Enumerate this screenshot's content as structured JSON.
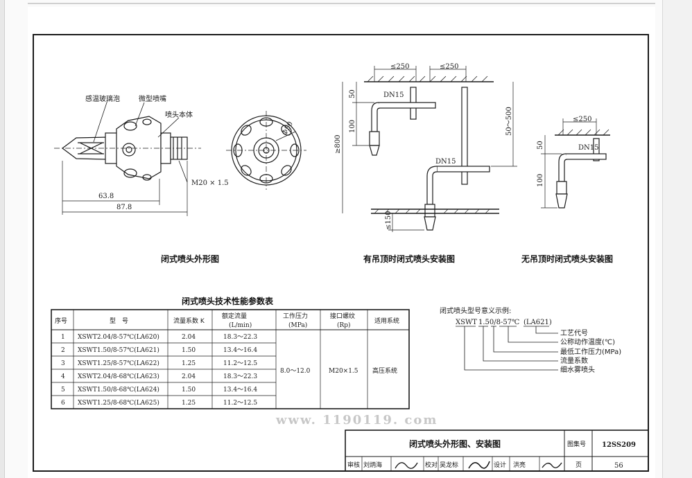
{
  "views": {
    "exterior": {
      "title": "闭式喷头外形图",
      "labels": {
        "bulb": "感温玻璃泡",
        "nozzle": "微型喷嘴",
        "body": "喷头本体",
        "thread": "M20 × 1.5",
        "dim_a": "63.8",
        "dim_b": "87.8",
        "dia": "Φ50"
      }
    },
    "ceiling_install": {
      "title": "有吊顶时闭式喷头安装图",
      "labels": {
        "dim_top1": "≤250",
        "dim_top2": "≤250",
        "dn_a": "DN15",
        "dn_b": "DN15",
        "d50": "50",
        "d100": "100",
        "d800": "≥800",
        "d50_500": "50～500",
        "d150": "≤150"
      }
    },
    "no_ceiling_install": {
      "title": "无吊顶时闭式喷头安装图",
      "labels": {
        "dim_top": "≤250",
        "dn": "DN15",
        "d50": "50",
        "d100": "100"
      }
    }
  },
  "param_table": {
    "title": "闭式喷头技术性能参数表",
    "headers": [
      "序号",
      "型　号",
      "流量系数 K",
      "额定流量",
      "工作压力",
      "接口螺纹",
      "适用系统"
    ],
    "header_units": [
      "",
      "",
      "",
      "(L/min)",
      "(MPa)",
      "(Rp)",
      ""
    ],
    "rows": [
      {
        "no": "1",
        "model": "XSWT2.04/8-57℃(LA620)",
        "k": "2.04",
        "flow": "18.3～22.3"
      },
      {
        "no": "2",
        "model": "XSWT1.50/8-57℃(LA621)",
        "k": "1.50",
        "flow": "13.4～16.4"
      },
      {
        "no": "3",
        "model": "XSWT1.25/8-57℃(LA622)",
        "k": "1.25",
        "flow": "11.2～12.5"
      },
      {
        "no": "4",
        "model": "XSWT2.04/8-68℃(LA623)",
        "k": "2.04",
        "flow": "18.3～22.3"
      },
      {
        "no": "5",
        "model": "XSWT1.50/8-68℃(LA624)",
        "k": "1.50",
        "flow": "13.4～16.4"
      },
      {
        "no": "6",
        "model": "XSWT1.25/8-68℃(LA625)",
        "k": "1.25",
        "flow": "11.2～12.5"
      }
    ],
    "merged": {
      "pressure": "8.0～12.0",
      "thread": "M20×1.5",
      "system": "高压系统"
    }
  },
  "model_legend": {
    "title": "闭式喷头型号意义示例:",
    "example": [
      "XSWT",
      "1.50/8-57℃",
      "(LA621)"
    ],
    "meanings": [
      "工艺代号",
      "公称动作温度(℃)",
      "最低工作压力(MPa)",
      "流量系数",
      "细水雾喷头"
    ]
  },
  "watermark": "www. 1190119. com",
  "title_block": {
    "title": "闭式喷头外形图、安装图",
    "atlas_label": "图集号",
    "atlas_no": "12SS209",
    "review_label": "审核",
    "reviewer": "刘炳海",
    "check_label": "校对",
    "checker": "吴龙标",
    "design_label": "设计",
    "designer": "洪亮",
    "page_label": "页",
    "page_no": "56"
  },
  "colors": {
    "ink": "#1a1a1a",
    "paper": "#ffffff",
    "watermark": "#c7c7c7"
  }
}
